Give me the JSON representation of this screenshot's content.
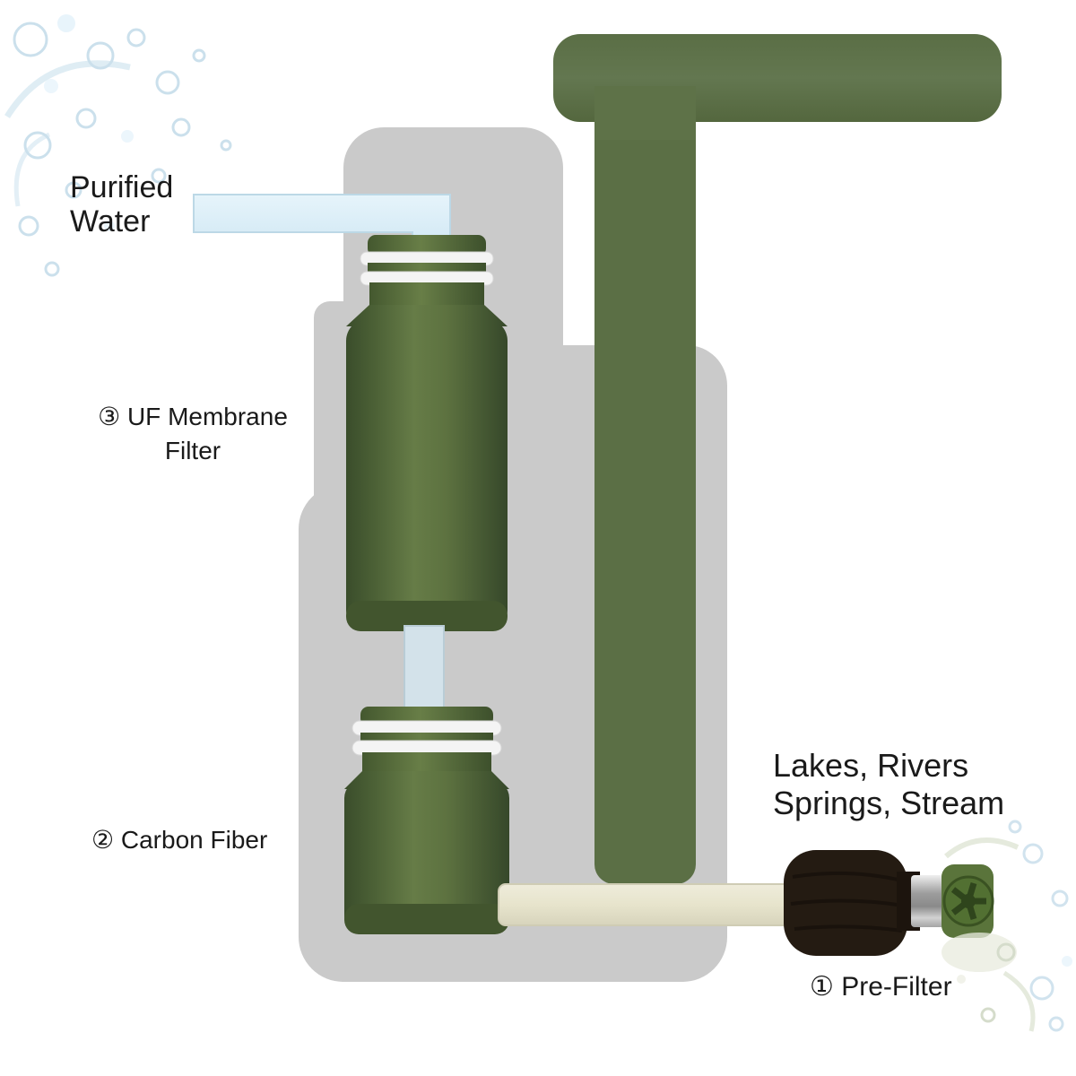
{
  "figure": {
    "type": "product-diagram",
    "description": "Portable outdoor water filter pump with labeled filtration stages"
  },
  "labels": {
    "purified_water": {
      "line1": "Purified",
      "line2": "Water"
    },
    "uf_membrane": {
      "line1": "③ UF Membrane",
      "line2": "Filter"
    },
    "carbon_fiber": "② Carbon Fiber",
    "water_source": {
      "line1": "Lakes, Rivers",
      "line2": "Springs, Stream"
    },
    "pre_filter": "① Pre-Filter"
  },
  "colors": {
    "olive_green": "#5e7249",
    "cartridge_green_dark": "#3a4d2b",
    "cartridge_green_light": "#667c47",
    "body_gray": "#cacaca",
    "tube_blue": "#d9edf7",
    "connector_blue": "#d3e2ea",
    "hose_beige": "#e9e6d0",
    "foam_black": "#241b12",
    "metal_silver": "#c7c7c7",
    "oring_white": "#f4f4f4",
    "background": "#ffffff",
    "text": "#1a1a1a"
  }
}
